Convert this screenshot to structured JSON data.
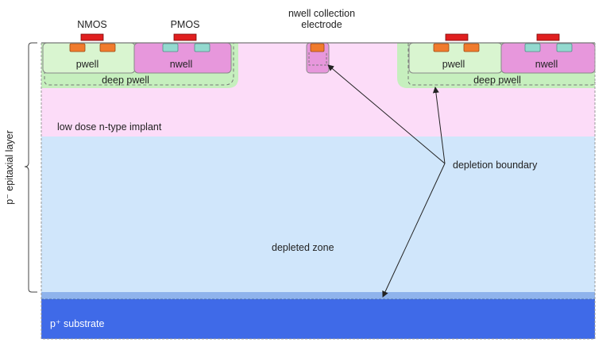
{
  "labels": {
    "nmos": "NMOS",
    "pmos": "PMOS",
    "collection_line1": "nwell collection",
    "collection_line2": "electrode",
    "pwell_left": "pwell",
    "nwell_left": "nwell",
    "deep_pwell_left": "deep pwell",
    "pwell_right": "pwell",
    "nwell_right": "nwell",
    "deep_pwell_right": "deep pwell",
    "implant": "low dose n-type implant",
    "depletion_boundary": "depletion boundary",
    "depleted_zone": "depleted zone",
    "substrate": "p⁺ substrate",
    "epi_layer": "p⁻ epitaxial layer"
  },
  "colors": {
    "implant": "#fcdcf8",
    "depleted": "#d0e6fb",
    "boundary_band": "#8fb3ec",
    "substrate": "#3f6ae8",
    "pwell": "#d9f5d0",
    "deep_pwell": "#c6efbe",
    "nwell": "#e797dc",
    "gate": "#e01f1f",
    "n_contact": "#f07b2d",
    "p_contact": "#93d9cf"
  }
}
